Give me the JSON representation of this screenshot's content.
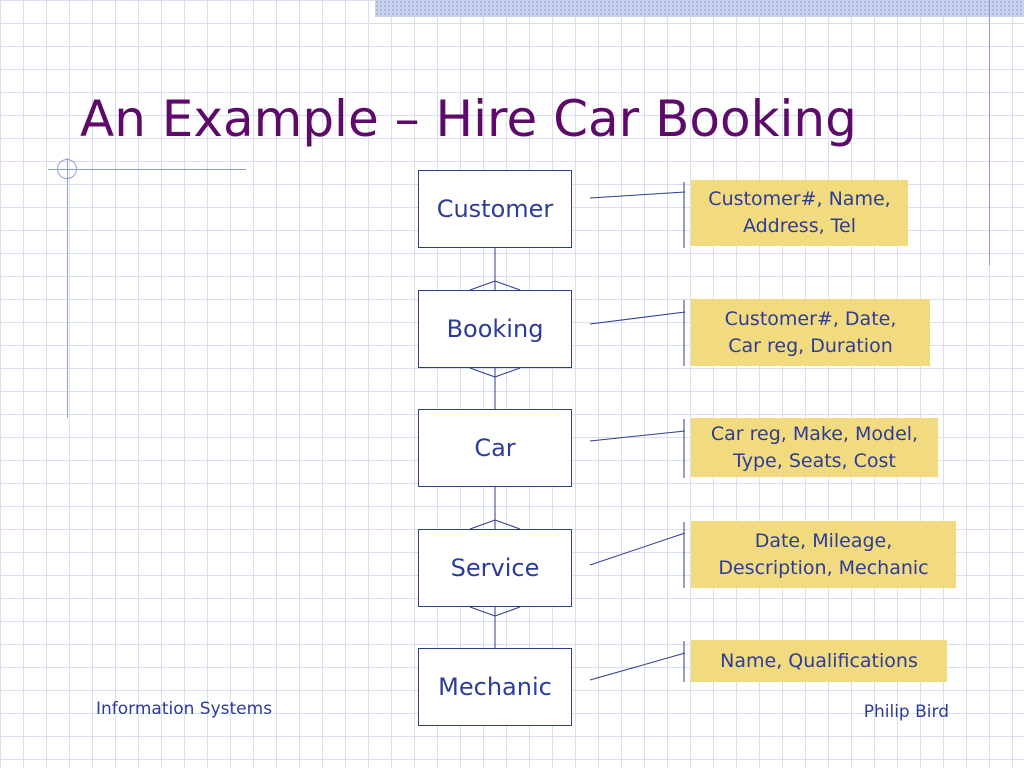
{
  "slide": {
    "title": "An Example – Hire Car Booking",
    "footer_left": "Information Systems",
    "footer_right": "Philip Bird"
  },
  "entities": [
    {
      "name": "Customer",
      "attributes": "Customer#, Name,\nAddress, Tel"
    },
    {
      "name": "Booking",
      "attributes": "Customer#, Date,\nCar reg, Duration"
    },
    {
      "name": "Car",
      "attributes": "Car reg, Make, Model,\nType, Seats, Cost"
    },
    {
      "name": "Service",
      "attributes": "Date, Mileage,\nDescription, Mechanic"
    },
    {
      "name": "Mechanic",
      "attributes": "Name, Qualifications"
    }
  ],
  "colors": {
    "title": "#5e0a6a",
    "text": "#2d3c96",
    "attribute_fill": "#f2db7f",
    "lines": "#2f3f8f"
  }
}
